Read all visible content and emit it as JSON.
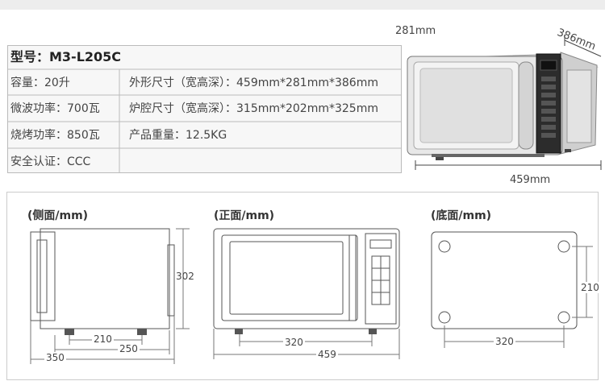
{
  "spec_table": {
    "model": "型号：M3-L205C",
    "rows": [
      [
        "容量：20升",
        "外形尺寸（宽高深）：459mm*281mm*386mm"
      ],
      [
        "微波功率：700瓦",
        "炉腔尺寸（宽高深）：315mm*202mm*325mm"
      ],
      [
        "烧烤功率：850瓦",
        "产品重量：12.5KG"
      ],
      [
        "安全认证：CCC",
        ""
      ]
    ]
  },
  "product_image": {
    "height_label": "281mm",
    "depth_label": "386mm",
    "width_label": "459mm"
  },
  "side_view": {
    "title": "(侧面/mm)",
    "height": "302",
    "foot_span": "210",
    "inner_width": "250",
    "total_width": "350"
  },
  "front_view": {
    "title": "(正面/mm)",
    "foot_span": "320",
    "total_width": "459"
  },
  "bottom_view": {
    "title": "(底面/mm)",
    "height": "210",
    "width": "320"
  },
  "colors": {
    "line": "#555555",
    "table_border": "#bbbbbb",
    "table_bg": "#f7f7f7"
  }
}
